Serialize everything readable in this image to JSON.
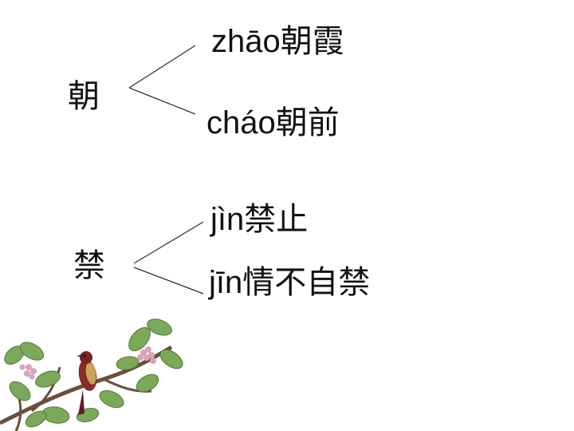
{
  "groups": [
    {
      "character": "朝",
      "readings": [
        {
          "pinyin": "zhāo",
          "word": "朝霞"
        },
        {
          "pinyin": "cháo",
          "word": "朝前"
        }
      ]
    },
    {
      "character": "禁",
      "readings": [
        {
          "pinyin": "jìn",
          "word": "禁止"
        },
        {
          "pinyin": "jīn",
          "word": "情不自禁"
        }
      ]
    }
  ],
  "decoration": {
    "icon": "bird-on-flowering-branch-illustration"
  },
  "colors": {
    "background": "#ffffff",
    "text": "#111111",
    "line": "#333333"
  }
}
